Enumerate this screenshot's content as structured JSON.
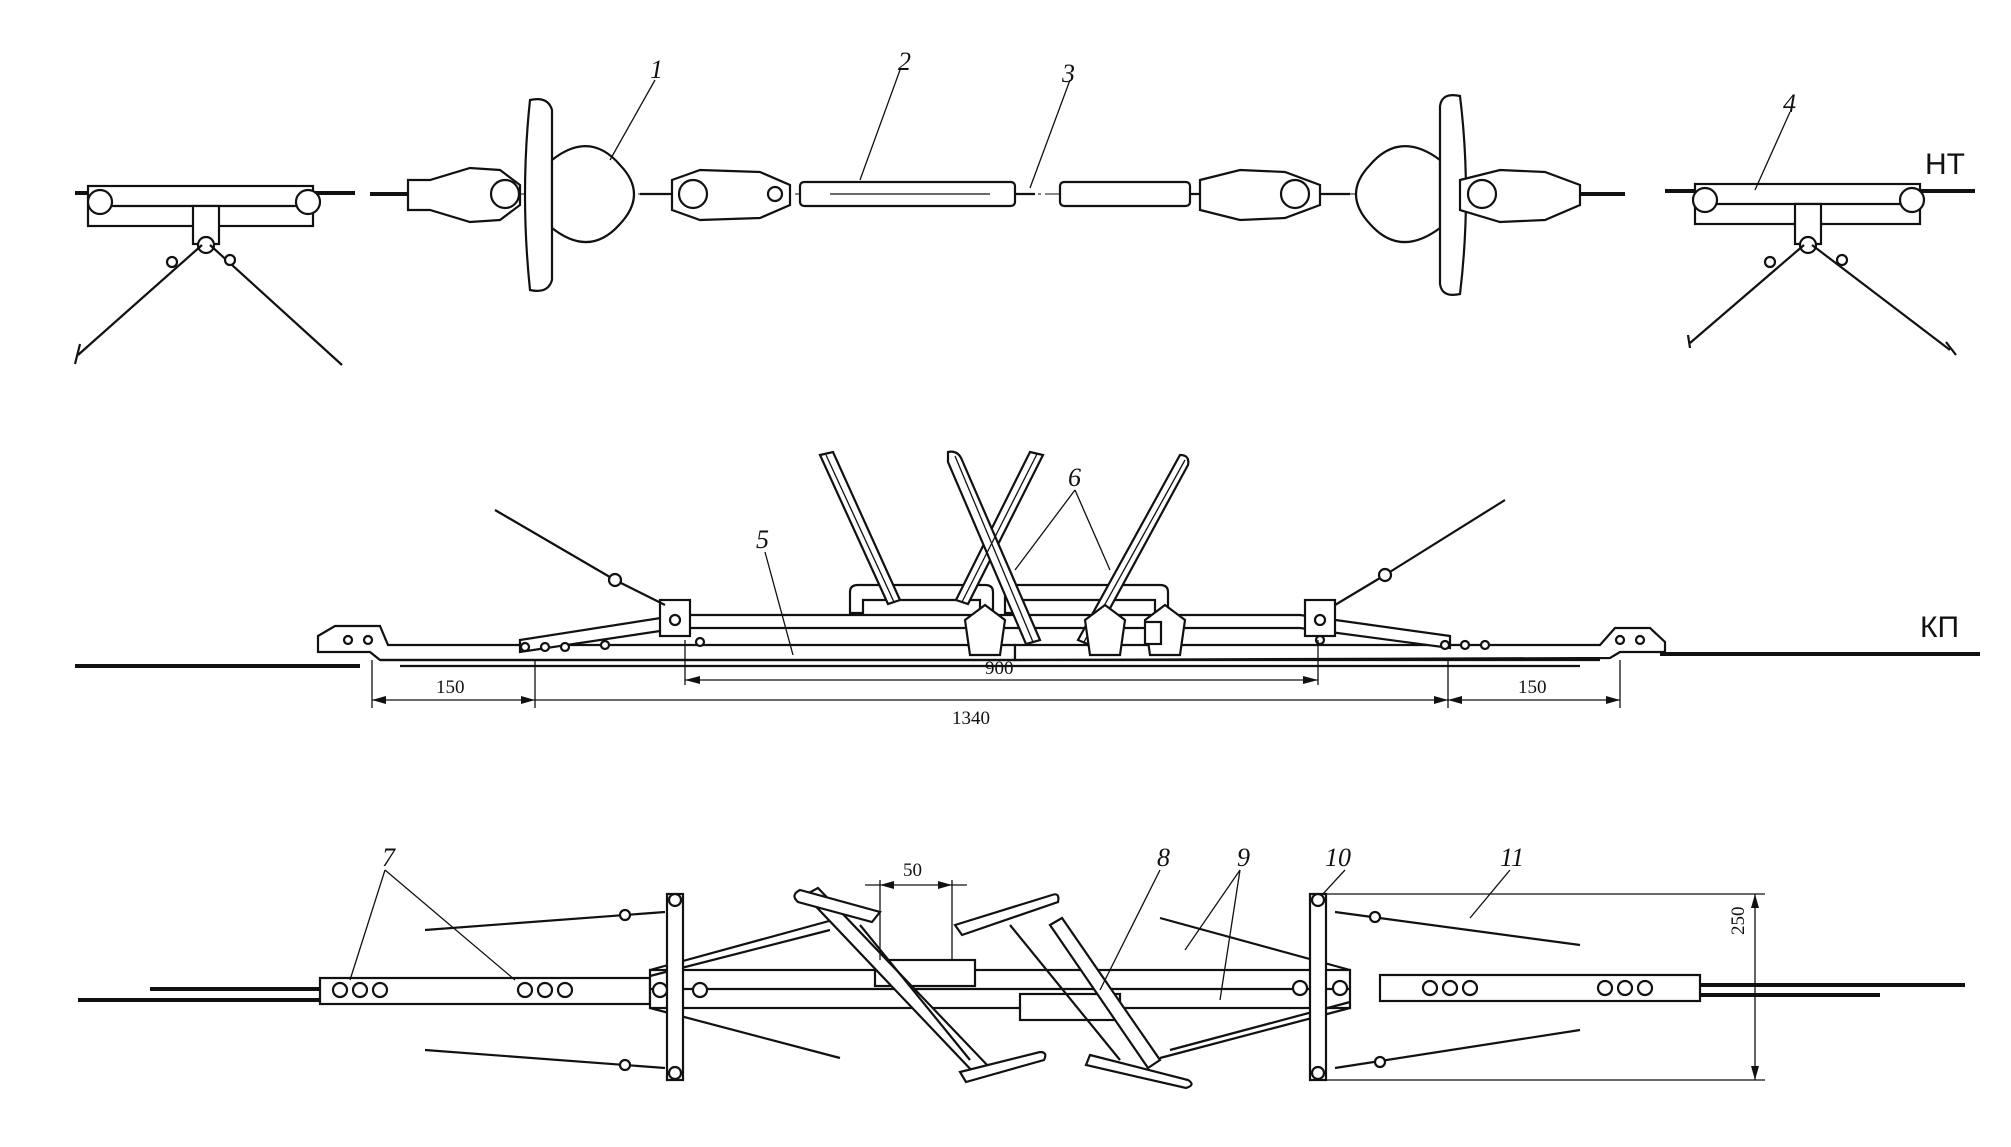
{
  "labels": {
    "l1": "1",
    "l2": "2",
    "l3": "3",
    "l4": "4",
    "l5": "5",
    "l6": "6",
    "l7": "7",
    "l8": "8",
    "l9": "9",
    "l10": "10",
    "l11": "11",
    "nt": "НТ",
    "kp": "КП"
  },
  "dimensions": {
    "d150_left": "150",
    "d900": "900",
    "d150_right": "150",
    "d1340": "1340",
    "d50": "50",
    "d250": "250"
  }
}
